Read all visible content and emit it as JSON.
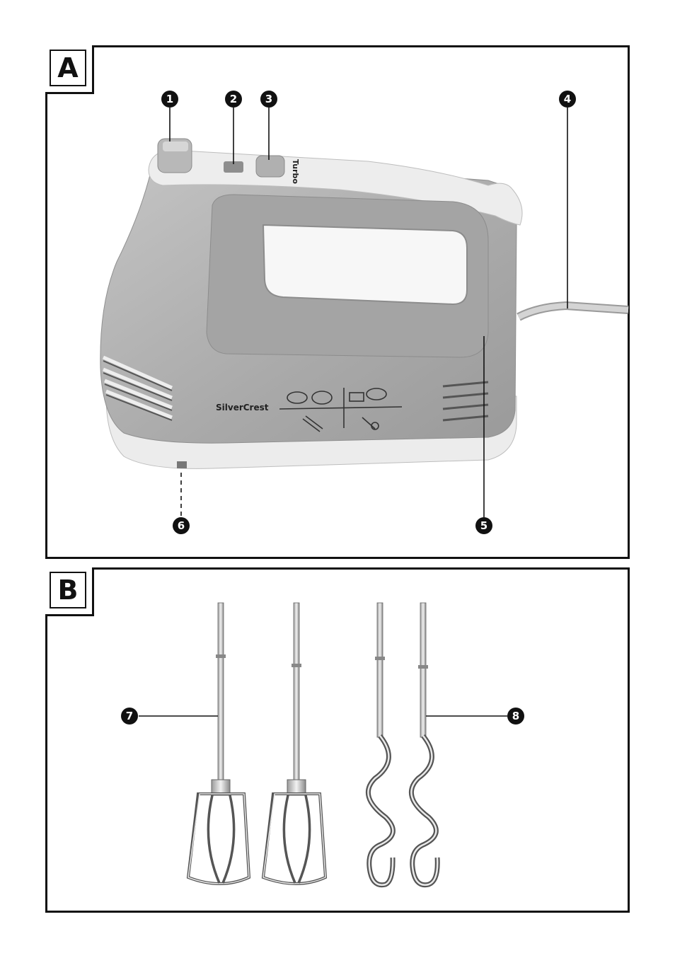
{
  "panel_a": {
    "label": "A",
    "brand": "SilverCrest",
    "turbo_label": "Turbo"
  },
  "panel_b": {
    "label": "B"
  },
  "callouts": [
    "1",
    "2",
    "3",
    "4",
    "5",
    "6",
    "7",
    "8"
  ],
  "colors": {
    "mixer_body": "#b2b2b2",
    "mixer_white": "#eaeaea",
    "outline": "#111111"
  }
}
